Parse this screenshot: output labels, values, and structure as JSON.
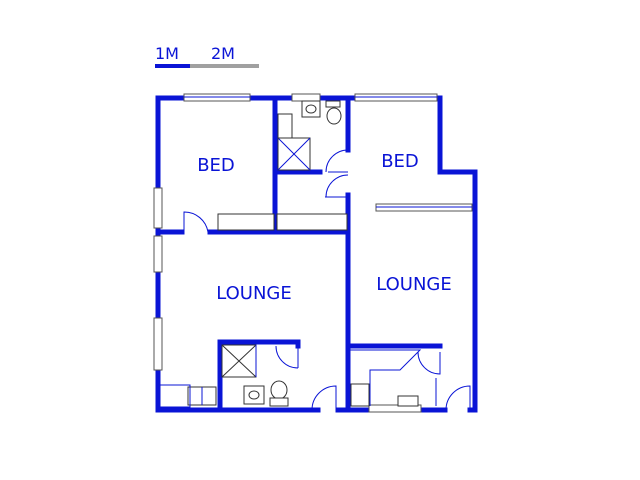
{
  "scale": {
    "label_1": "1M",
    "label_2": "2M"
  },
  "rooms": [
    {
      "id": "bed-left",
      "label": "BED"
    },
    {
      "id": "bed-right",
      "label": "BED"
    },
    {
      "id": "lounge-left",
      "label": "LOUNGE"
    },
    {
      "id": "lounge-right",
      "label": "LOUNGE"
    }
  ],
  "colors": {
    "wall": "#0a14d6",
    "scale_grey": "#a0a0a0",
    "fixture_outline": "#333333"
  }
}
